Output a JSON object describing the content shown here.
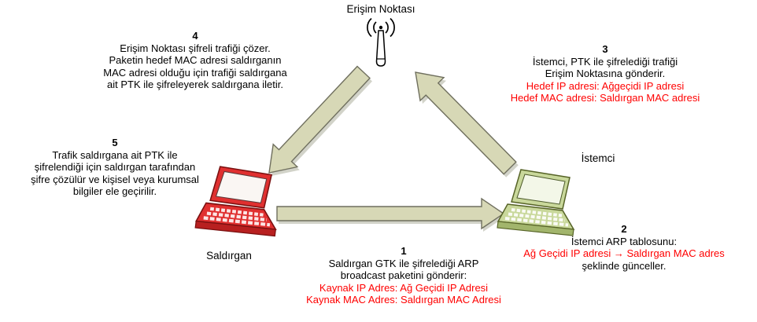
{
  "nodes": {
    "access_point": {
      "label": "Erişim Noktası"
    },
    "client": {
      "label": "İstemci"
    },
    "attacker": {
      "label": "Saldırgan"
    }
  },
  "steps": {
    "step1": {
      "num": "1",
      "black": [
        "Saldırgan GTK ile şifrelediği ARP",
        "broadcast paketini gönderir:"
      ],
      "red": [
        "Kaynak IP Adres: Ağ Geçidi IP Adresi",
        "Kaynak MAC Adres: Saldırgan MAC Adresi"
      ]
    },
    "step2": {
      "num": "2",
      "black": [
        "İstemci ARP tablosunu:"
      ],
      "red": [
        "Ağ Geçidi IP adresi → Saldırgan MAC adres"
      ],
      "black_after": [
        "şeklinde günceller."
      ]
    },
    "step3": {
      "num": "3",
      "black": [
        "İstemci, PTK ile şifrelediği trafiği",
        "Erişim Noktasına gönderir."
      ],
      "red": [
        "Hedef IP adresi: Ağgeçidi IP adresi",
        "Hedef MAC adresi: Saldırgan MAC adresi"
      ]
    },
    "step4": {
      "num": "4",
      "black": [
        "Erişim Noktası şifreli trafiği çözer.",
        "Paketin hedef MAC adresi saldırganın",
        "MAC adresi olduğu için trafiği saldırgana",
        "ait PTK ile şifreleyerek saldırgana iletir."
      ]
    },
    "step5": {
      "num": "5",
      "black": [
        "Trafik saldırgana ait PTK ile",
        "şifrelendiği için saldırgan tarafından",
        "şifre çözülür ve kişisel veya kurumsal",
        "bilgiler ele geçirilir."
      ]
    }
  },
  "icons": {
    "access_point": "antenna-icon",
    "attacker": "red-laptop-icon",
    "client": "green-laptop-icon"
  },
  "colors": {
    "red_text": "#ff0000",
    "arrow_fill": "#d7d8b6",
    "arrow_stroke": "#6f6f5e",
    "attacker_body": "#e03030",
    "client_body": "#c9d89b"
  }
}
